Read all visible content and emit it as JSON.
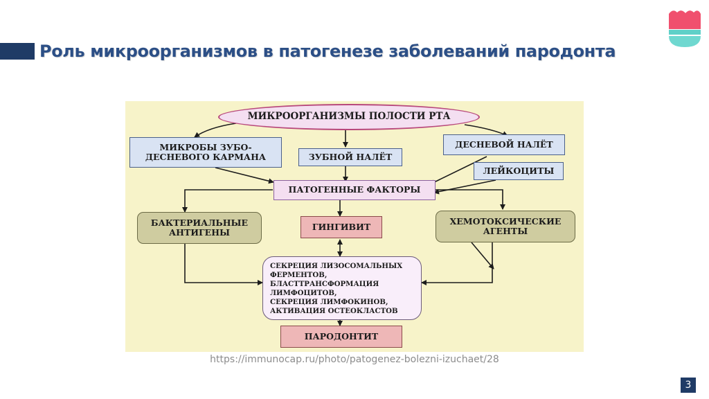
{
  "slide": {
    "title": "Роль микроорганизмов в патогенезе заболеваний пародонта",
    "caption": "https://immunocap.ru/photo/patogenez-bolezni-izuchaet/28",
    "page_number": "3"
  },
  "diagram": {
    "root": "МИКРООРГАНИЗМЫ ПОЛОСТИ РТА",
    "pocket_line1": "МИКРОБЫ ЗУБО-",
    "pocket_line2": "ДЕСНЕВОГО КАРМАНА",
    "plaque": "ЗУБНОЙ НАЛЁТ",
    "gingival_plaque": "ДЕСНЕВОЙ НАЛЁТ",
    "leukocytes": "ЛЕЙКОЦИТЫ",
    "pathogenic_factors": "ПАТОГЕННЫЕ ФАКТОРЫ",
    "bacterial_line1": "БАКТЕРИАЛЬНЫЕ",
    "bacterial_line2": "АНТИГЕНЫ",
    "gingivitis": "ГИНГИВИТ",
    "chemotoxic_line1": "ХЕМОТОКСИЧЕСКИЕ",
    "chemotoxic_line2": "АГЕНТЫ",
    "processes": [
      "СЕКРЕЦИЯ ЛИЗОСОМАЛЬНЫХ",
      "ФЕРМЕНТОВ,",
      "БЛАСТТРАНСФОРМАЦИЯ",
      "ЛИМФОЦИТОВ,",
      "СЕКРЕЦИЯ ЛИМФОКИНОВ,",
      "АКТИВАЦИЯ ОСТЕОКЛАСТОВ"
    ],
    "periodontitis": "ПАРОДОНТИТ"
  },
  "colors": {
    "title": "#2c4f86",
    "accent_bar": "#1f3b66",
    "figure_background": "#f7f3c9"
  },
  "icons": {
    "logo": "tooth-logo-icon"
  }
}
